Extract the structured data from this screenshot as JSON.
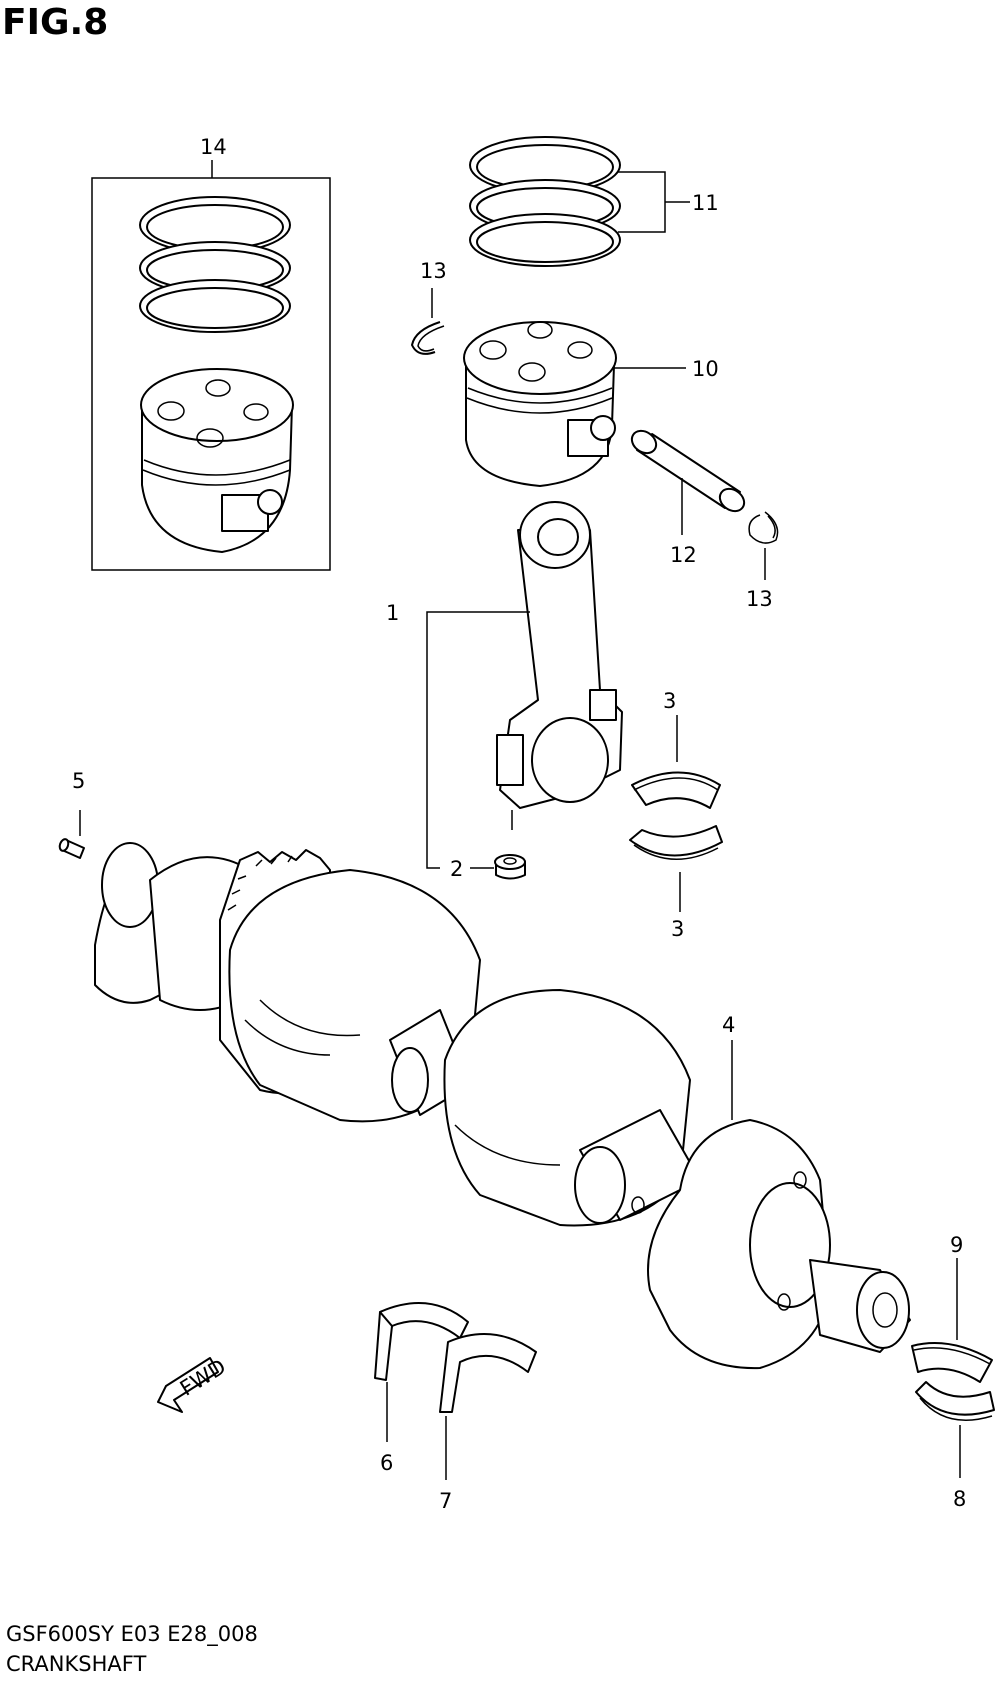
{
  "figure": {
    "title": "FIG.8",
    "model_code": "GSF600SY E03 E28_008",
    "name": "CRANKSHAFT",
    "fwd_text": "FWD"
  },
  "callouts": [
    {
      "id": "c14",
      "text": "14"
    },
    {
      "id": "c13a",
      "text": "13"
    },
    {
      "id": "c11",
      "text": "11"
    },
    {
      "id": "c10",
      "text": "10"
    },
    {
      "id": "c12",
      "text": "12"
    },
    {
      "id": "c13b",
      "text": "13"
    },
    {
      "id": "c1",
      "text": "1"
    },
    {
      "id": "c3a",
      "text": "3"
    },
    {
      "id": "c5",
      "text": "5"
    },
    {
      "id": "c2",
      "text": "2"
    },
    {
      "id": "c3b",
      "text": "3"
    },
    {
      "id": "c4",
      "text": "4"
    },
    {
      "id": "c9",
      "text": "9"
    },
    {
      "id": "c6",
      "text": "6"
    },
    {
      "id": "c7",
      "text": "7"
    },
    {
      "id": "c8",
      "text": "8"
    }
  ]
}
